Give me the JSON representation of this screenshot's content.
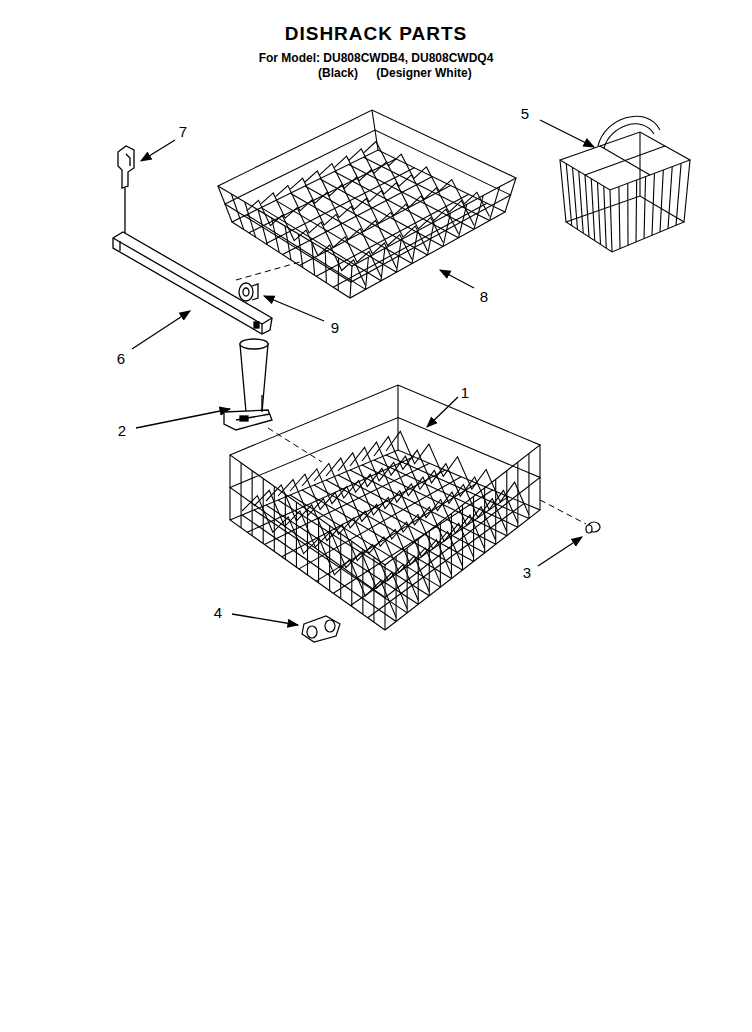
{
  "diagram": {
    "title": "DISHRACK PARTS",
    "labels": [
      "For Model: DU808CWDB4, DU808CWDQ4",
      "(Black)",
      "(Designer White)",
      "7",
      "5",
      "6",
      "9",
      "8",
      "2",
      "1",
      "3",
      "4"
    ]
  }
}
